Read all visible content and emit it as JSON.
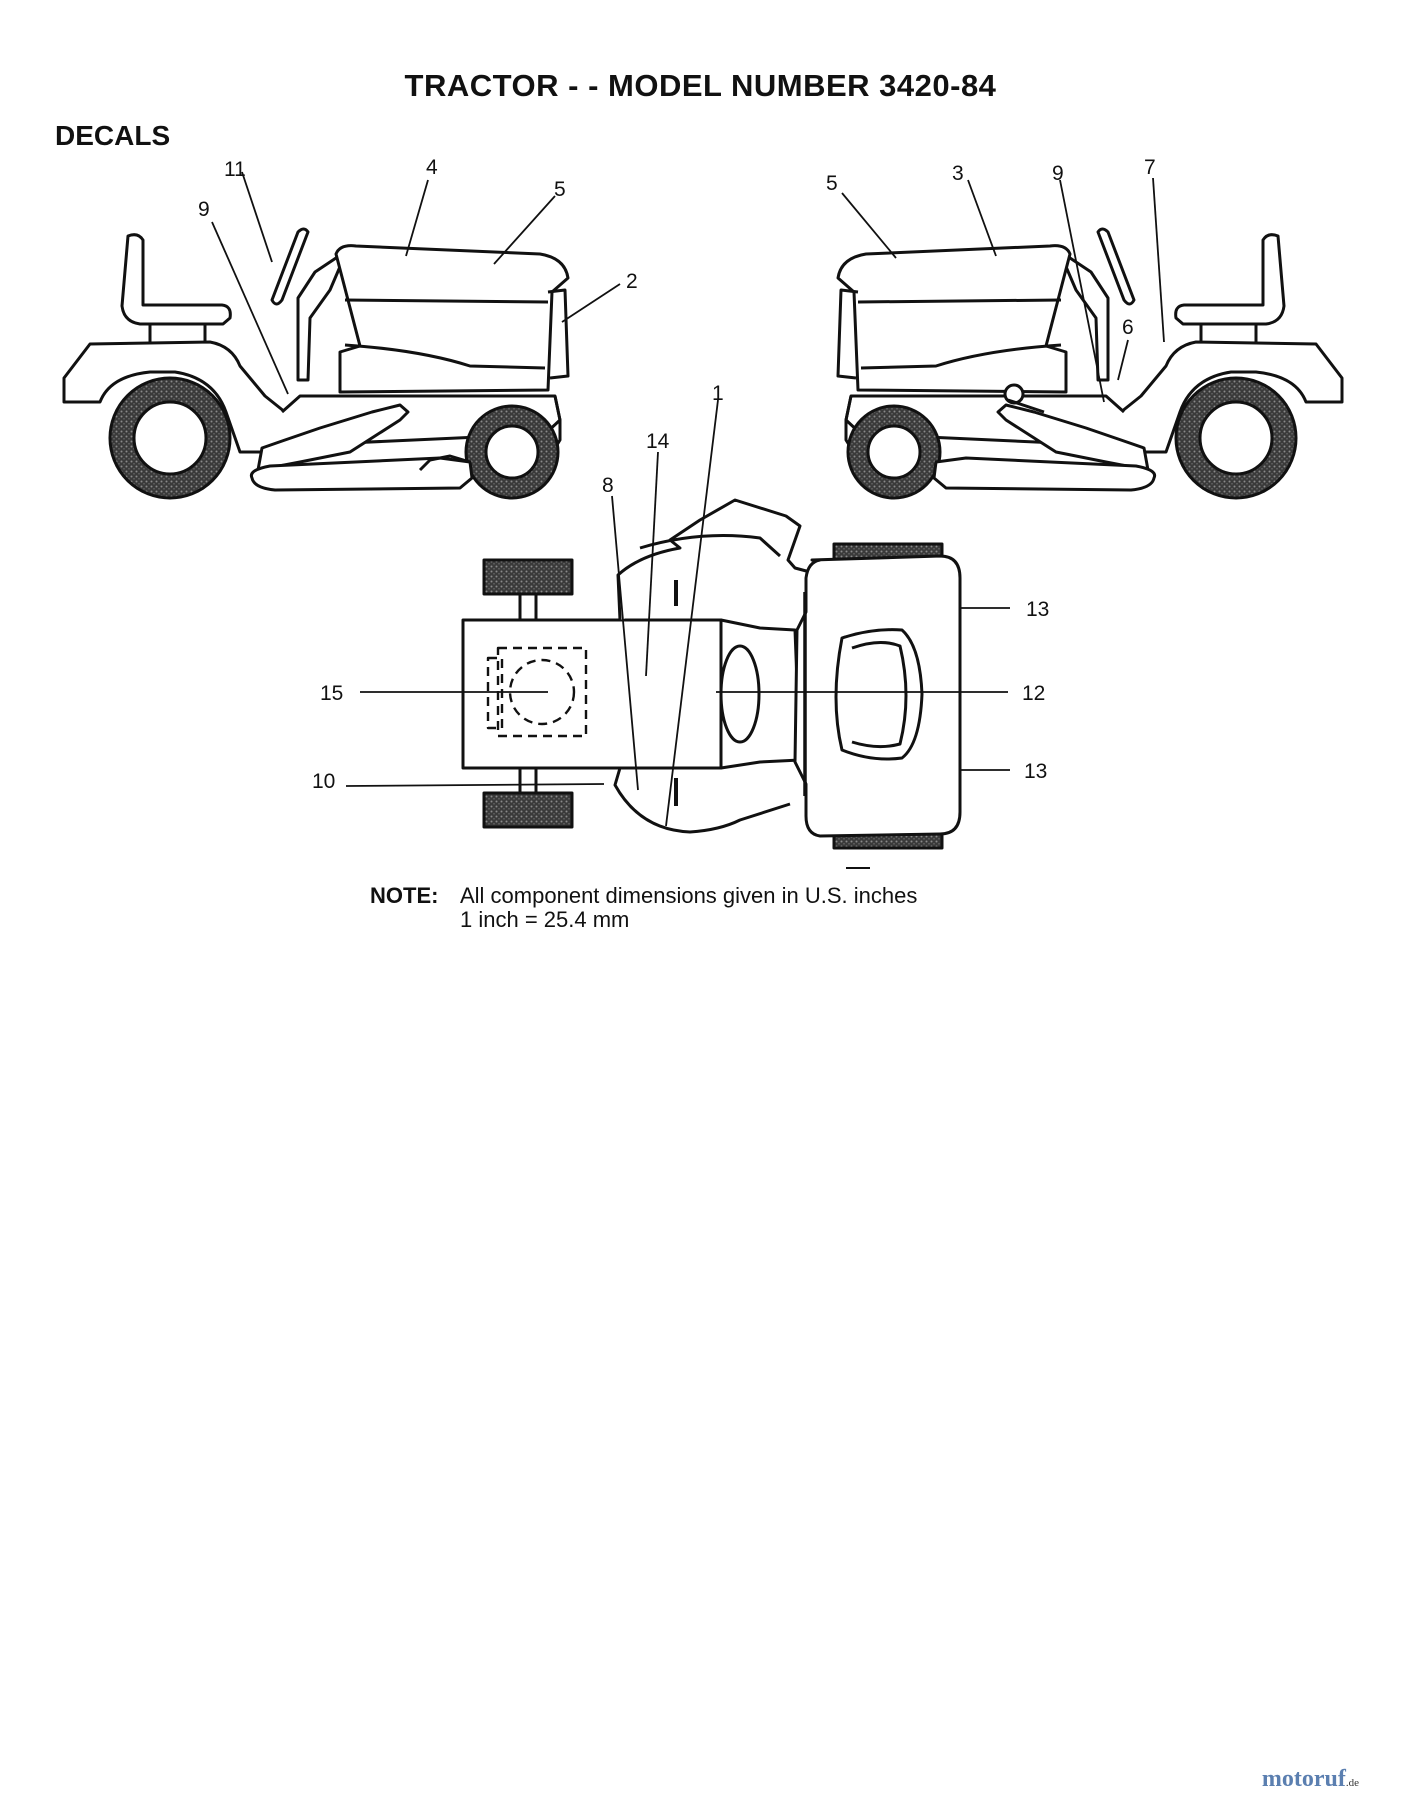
{
  "title": "TRACTOR - - MODEL NUMBER 3420-84",
  "section": "DECALS",
  "callouts": {
    "left_view": [
      "11",
      "4",
      "9",
      "5",
      "2"
    ],
    "right_view": [
      "5",
      "3",
      "9",
      "7",
      "6"
    ],
    "top_view": [
      "1",
      "14",
      "8",
      "13",
      "15",
      "12",
      "10",
      "13"
    ]
  },
  "note": {
    "label": "NOTE:",
    "line1": "All component dimensions given in U.S. inches",
    "line2": "1 inch = 25.4 mm"
  },
  "watermark": {
    "brand": "motoruf",
    "domain": ".de"
  }
}
